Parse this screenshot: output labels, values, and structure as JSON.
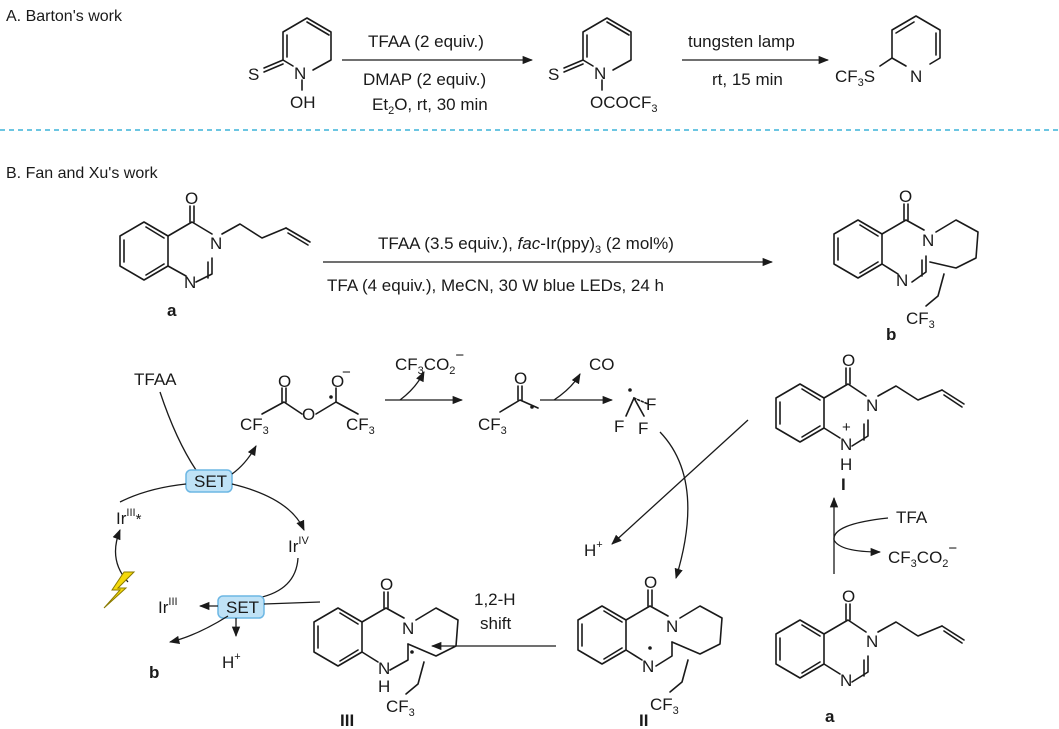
{
  "section_a": {
    "title": "A. Barton's work",
    "step1": {
      "reagent_top": "TFAA (2 equiv.)",
      "reagent_mid": "DMAP (2 equiv.)",
      "reagent_bottom_a": "Et",
      "reagent_bottom_sub": "2",
      "reagent_bottom_b": "O, rt, 30 min"
    },
    "step2": {
      "reagent_top": "tungsten lamp",
      "reagent_bottom": "rt, 15 min"
    },
    "start_labels": {
      "s": "S",
      "n": "N",
      "oh": "OH"
    },
    "intermediate_labels": {
      "s": "S",
      "n": "N",
      "ocof": "OCOCF",
      "sub3": "3"
    },
    "product_labels": {
      "cf": "CF",
      "sub3": "3",
      "s": "S",
      "n": "N"
    }
  },
  "section_b": {
    "title": "B. Fan and Xu's work",
    "reaction": {
      "reagent_top_a": "TFAA (3.5 equiv.), ",
      "reagent_top_italic": "fac",
      "reagent_top_b": "-Ir(ppy)",
      "reagent_top_sub": "3",
      "reagent_top_c": " (2 mol%)",
      "reagent_bottom": "TFA (4 equiv.), MeCN, 30 W blue LEDs, 24 h"
    },
    "compound_a_label": "a",
    "compound_b_label": "b",
    "atoms": {
      "o": "O",
      "n": "N",
      "cf3": "CF",
      "sub3": "3",
      "h": "H",
      "plus": "+"
    }
  },
  "mechanism": {
    "tfaa": "TFAA",
    "set_label": "SET",
    "ir_iii_star": "Ir",
    "ir_iii_star_sup": "III",
    "star": "*",
    "ir_iv": "Ir",
    "ir_iv_sup": "IV",
    "ir_iii": "Ir",
    "ir_iii_sup": "III",
    "h_plus": "H",
    "plus": "+",
    "minus": "−",
    "b_label": "b",
    "cf3co2_a": "CF",
    "cf3co2_sub3": "3",
    "cf3co2_b": "CO",
    "cf3co2_sub2": "2",
    "co": "CO",
    "f": "F",
    "cf3": "CF",
    "sub3": "3",
    "o": "O",
    "n": "N",
    "tfa": "TFA",
    "shift_line1": "1,2-H",
    "shift_line2": "shift",
    "roman_I": "I",
    "roman_II": "II",
    "roman_III": "III",
    "a_label": "a",
    "nh": "H"
  },
  "colors": {
    "divider": "#3bb3d8",
    "set_fill": "#bfe2f6",
    "set_stroke": "#6db7e4",
    "lightning": "#f5d90a"
  }
}
